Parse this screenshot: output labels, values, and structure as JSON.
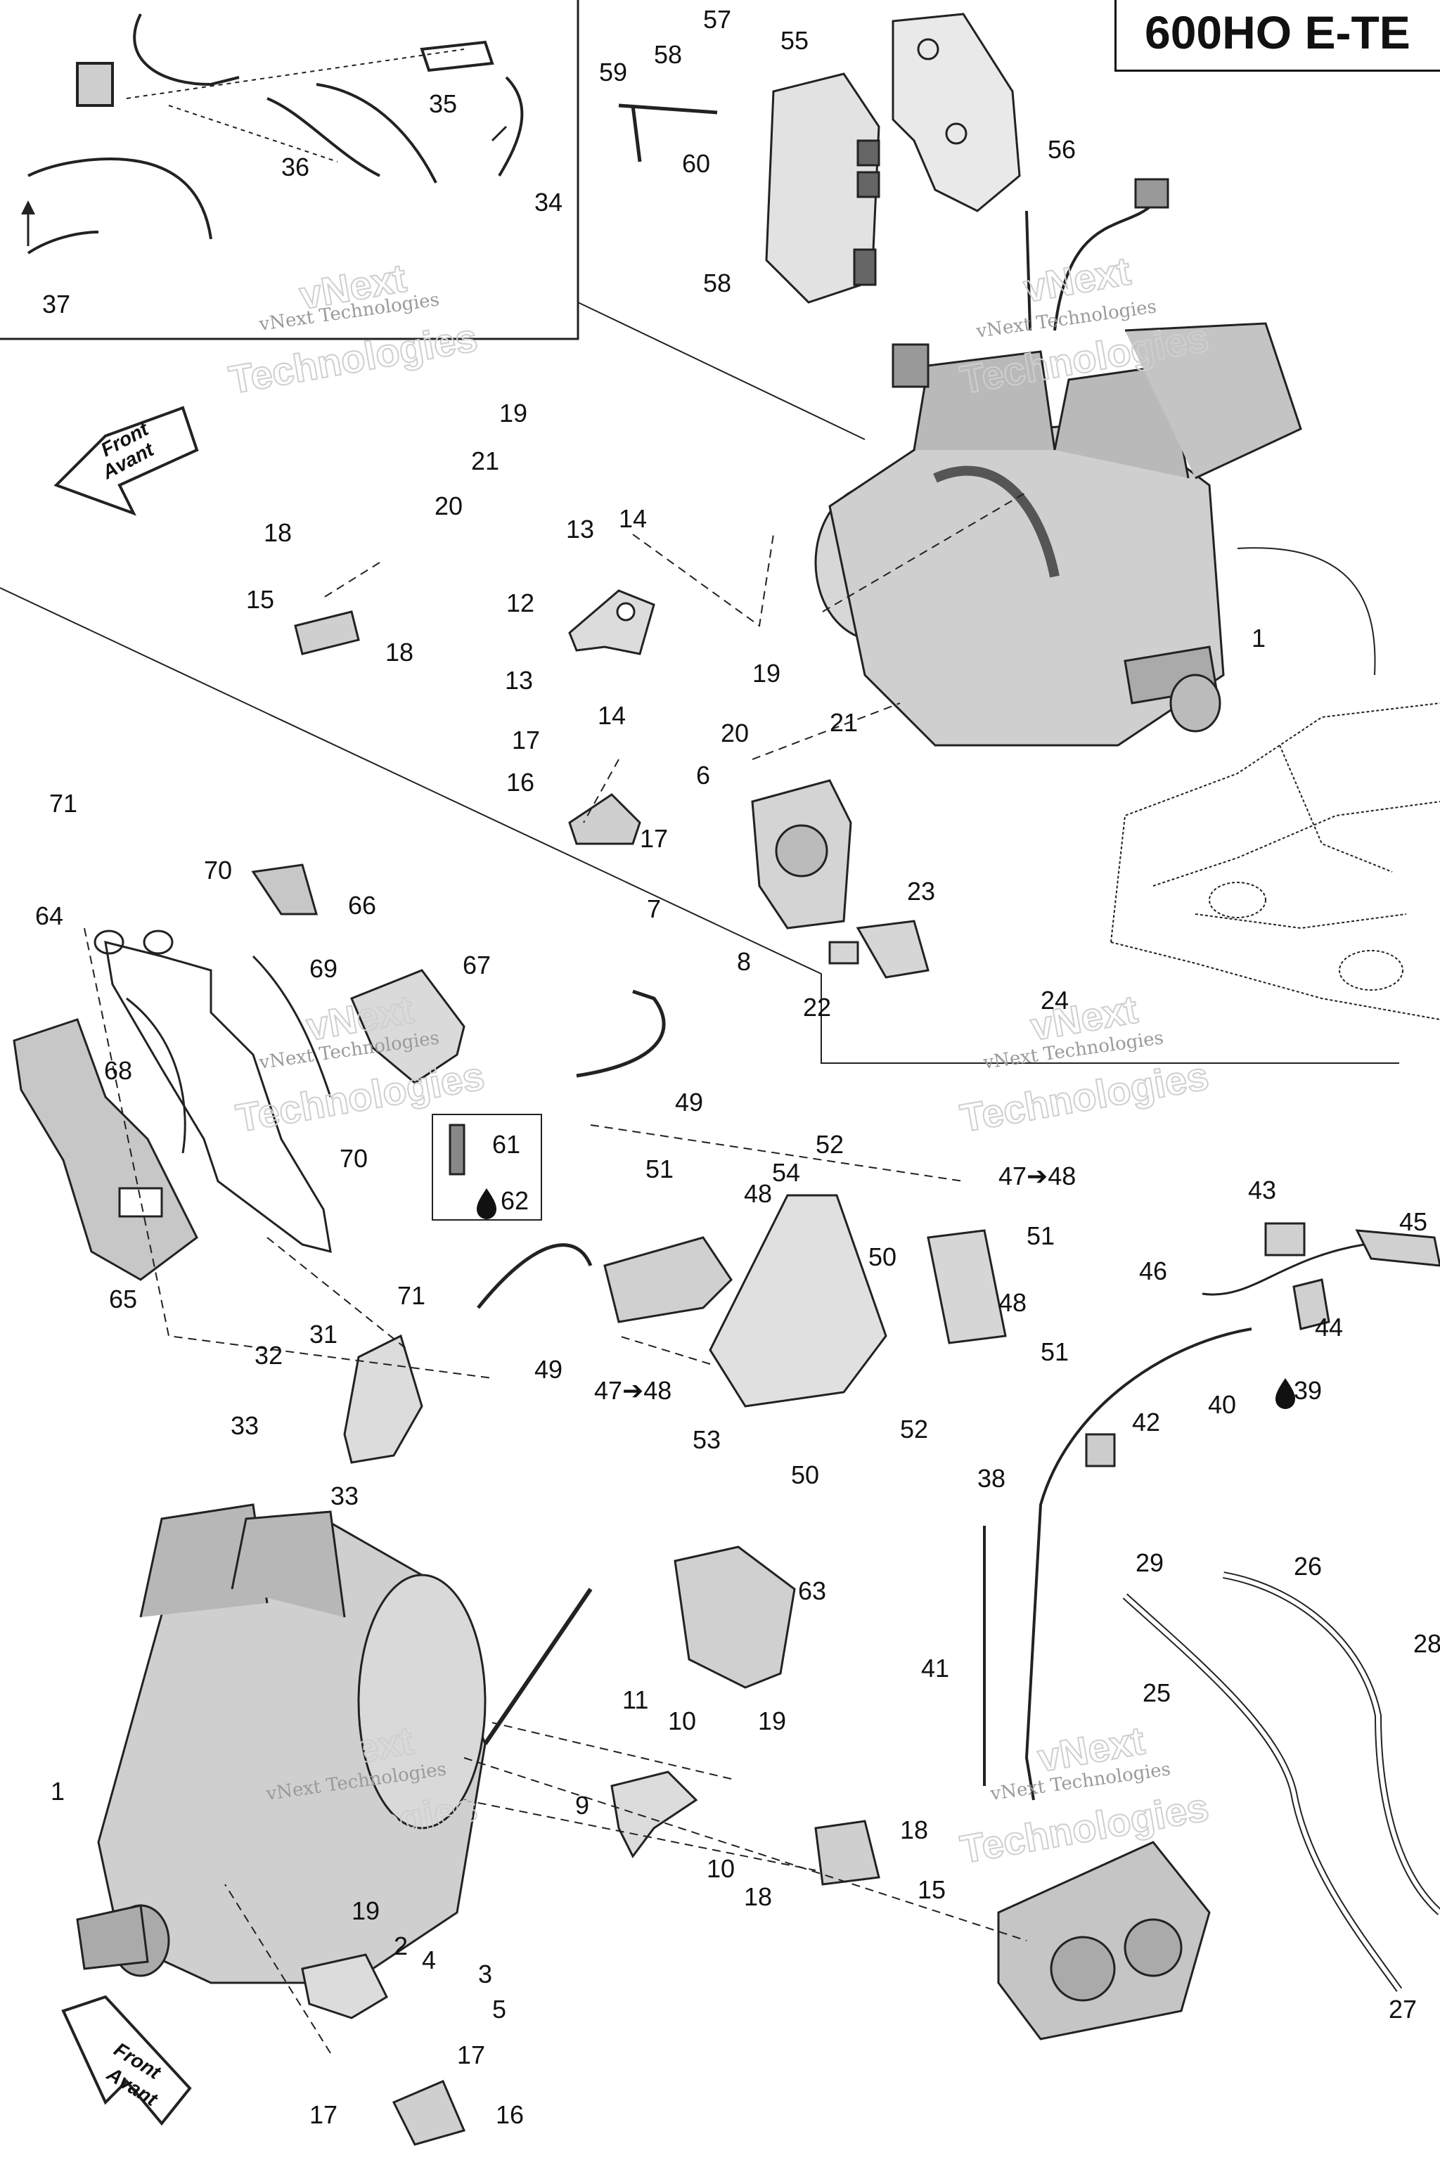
{
  "title": "600HO E-TE",
  "watermark": {
    "small": "vNext Technologies",
    "big_1": "vNext",
    "big_2": "Technologies"
  },
  "front_arrow": {
    "line_1": "Front",
    "line_2": "Avant"
  },
  "callouts": [
    {
      "id": "c1a",
      "label": "1"
    },
    {
      "id": "c1b",
      "label": "1"
    },
    {
      "id": "c2",
      "label": "2"
    },
    {
      "id": "c3",
      "label": "3"
    },
    {
      "id": "c4",
      "label": "4"
    },
    {
      "id": "c5",
      "label": "5"
    },
    {
      "id": "c6",
      "label": "6"
    },
    {
      "id": "c7",
      "label": "7"
    },
    {
      "id": "c8",
      "label": "8"
    },
    {
      "id": "c9",
      "label": "9"
    },
    {
      "id": "c10a",
      "label": "10"
    },
    {
      "id": "c10b",
      "label": "10"
    },
    {
      "id": "c11",
      "label": "11"
    },
    {
      "id": "c12",
      "label": "12"
    },
    {
      "id": "c13a",
      "label": "13"
    },
    {
      "id": "c13b",
      "label": "13"
    },
    {
      "id": "c14a",
      "label": "14"
    },
    {
      "id": "c14b",
      "label": "14"
    },
    {
      "id": "c15a",
      "label": "15"
    },
    {
      "id": "c15b",
      "label": "15"
    },
    {
      "id": "c16a",
      "label": "16"
    },
    {
      "id": "c16b",
      "label": "16"
    },
    {
      "id": "c17a",
      "label": "17"
    },
    {
      "id": "c17b",
      "label": "17"
    },
    {
      "id": "c17c",
      "label": "17"
    },
    {
      "id": "c17d",
      "label": "17"
    },
    {
      "id": "c18a",
      "label": "18"
    },
    {
      "id": "c18b",
      "label": "18"
    },
    {
      "id": "c18c",
      "label": "18"
    },
    {
      "id": "c18d",
      "label": "18"
    },
    {
      "id": "c19a",
      "label": "19"
    },
    {
      "id": "c19b",
      "label": "19"
    },
    {
      "id": "c19c",
      "label": "19"
    },
    {
      "id": "c19d",
      "label": "19"
    },
    {
      "id": "c20a",
      "label": "20"
    },
    {
      "id": "c20b",
      "label": "20"
    },
    {
      "id": "c21a",
      "label": "21"
    },
    {
      "id": "c21b",
      "label": "21"
    },
    {
      "id": "c22",
      "label": "22"
    },
    {
      "id": "c23",
      "label": "23"
    },
    {
      "id": "c24",
      "label": "24"
    },
    {
      "id": "c25",
      "label": "25"
    },
    {
      "id": "c26",
      "label": "26"
    },
    {
      "id": "c27",
      "label": "27"
    },
    {
      "id": "c28",
      "label": "28"
    },
    {
      "id": "c29",
      "label": "29"
    },
    {
      "id": "c31",
      "label": "31"
    },
    {
      "id": "c32",
      "label": "32"
    },
    {
      "id": "c33a",
      "label": "33"
    },
    {
      "id": "c33b",
      "label": "33"
    },
    {
      "id": "c34",
      "label": "34"
    },
    {
      "id": "c35",
      "label": "35"
    },
    {
      "id": "c36",
      "label": "36"
    },
    {
      "id": "c37",
      "label": "37"
    },
    {
      "id": "c38",
      "label": "38"
    },
    {
      "id": "c39",
      "label": "39"
    },
    {
      "id": "c40",
      "label": "40"
    },
    {
      "id": "c41",
      "label": "41"
    },
    {
      "id": "c42",
      "label": "42"
    },
    {
      "id": "c43",
      "label": "43"
    },
    {
      "id": "c44",
      "label": "44"
    },
    {
      "id": "c45",
      "label": "45"
    },
    {
      "id": "c46",
      "label": "46"
    },
    {
      "id": "c47a",
      "label": "47➔48"
    },
    {
      "id": "c47b",
      "label": "47➔48"
    },
    {
      "id": "c48a",
      "label": "48"
    },
    {
      "id": "c48b",
      "label": "48"
    },
    {
      "id": "c49a",
      "label": "49"
    },
    {
      "id": "c49b",
      "label": "49"
    },
    {
      "id": "c50a",
      "label": "50"
    },
    {
      "id": "c50b",
      "label": "50"
    },
    {
      "id": "c51a",
      "label": "51"
    },
    {
      "id": "c51b",
      "label": "51"
    },
    {
      "id": "c51c",
      "label": "51"
    },
    {
      "id": "c52a",
      "label": "52"
    },
    {
      "id": "c52b",
      "label": "52"
    },
    {
      "id": "c53",
      "label": "53"
    },
    {
      "id": "c54",
      "label": "54"
    },
    {
      "id": "c55",
      "label": "55"
    },
    {
      "id": "c56",
      "label": "56"
    },
    {
      "id": "c57",
      "label": "57"
    },
    {
      "id": "c58a",
      "label": "58"
    },
    {
      "id": "c58b",
      "label": "58"
    },
    {
      "id": "c59",
      "label": "59"
    },
    {
      "id": "c60",
      "label": "60"
    },
    {
      "id": "c61",
      "label": "61"
    },
    {
      "id": "c62",
      "label": "62"
    },
    {
      "id": "c63",
      "label": "63"
    },
    {
      "id": "c64",
      "label": "64"
    },
    {
      "id": "c65",
      "label": "65"
    },
    {
      "id": "c66",
      "label": "66"
    },
    {
      "id": "c67",
      "label": "67"
    },
    {
      "id": "c68",
      "label": "68"
    },
    {
      "id": "c69",
      "label": "69"
    },
    {
      "id": "c70a",
      "label": "70"
    },
    {
      "id": "c70b",
      "label": "70"
    },
    {
      "id": "c71a",
      "label": "71"
    },
    {
      "id": "c71b",
      "label": "71"
    }
  ],
  "icons": {
    "drop": "drop-icon",
    "front_arrow": "front-arrow-icon"
  }
}
